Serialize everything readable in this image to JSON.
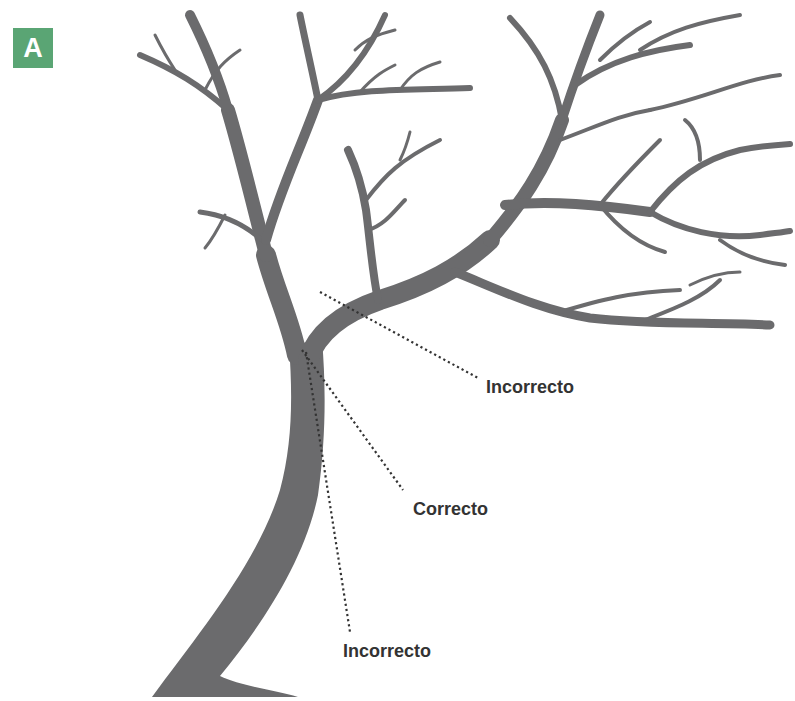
{
  "diagram": {
    "nodes": [
      {
        "text": [
          "A"
        ]
      }
    ],
    "labels": [
      "Incorrecto",
      "Correcto",
      "Incorrecto"
    ]
  }
}
